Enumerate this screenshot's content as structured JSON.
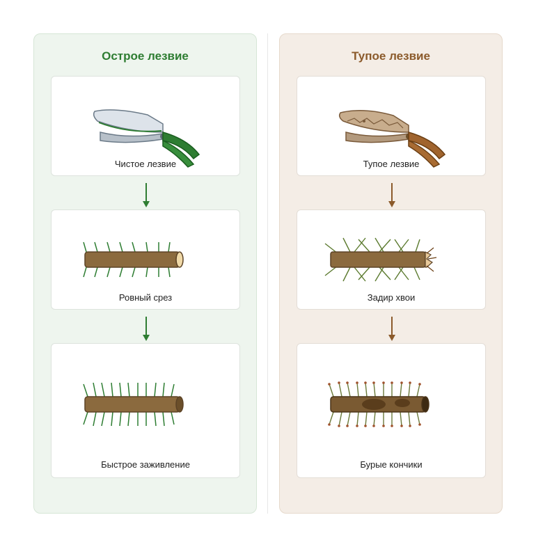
{
  "panels": [
    {
      "id": "sharp",
      "title": "Острое лезвие",
      "accent": "#2e7d32",
      "steps": [
        {
          "label": "Чистое лезвие",
          "icon": "clean-pruner-icon"
        },
        {
          "label": "Ровный срез",
          "icon": "clean-cut-branch-icon"
        },
        {
          "label": "Быстрое заживление",
          "icon": "healthy-branch-icon"
        }
      ]
    },
    {
      "id": "dull",
      "title": "Тупое лезвие",
      "accent": "#8b5a2b",
      "steps": [
        {
          "label": "Тупое лезвие",
          "icon": "dull-pruner-icon"
        },
        {
          "label": "Задир хвои",
          "icon": "torn-branch-icon"
        },
        {
          "label": "Бурые кончики",
          "icon": "damaged-branch-icon"
        }
      ]
    }
  ]
}
